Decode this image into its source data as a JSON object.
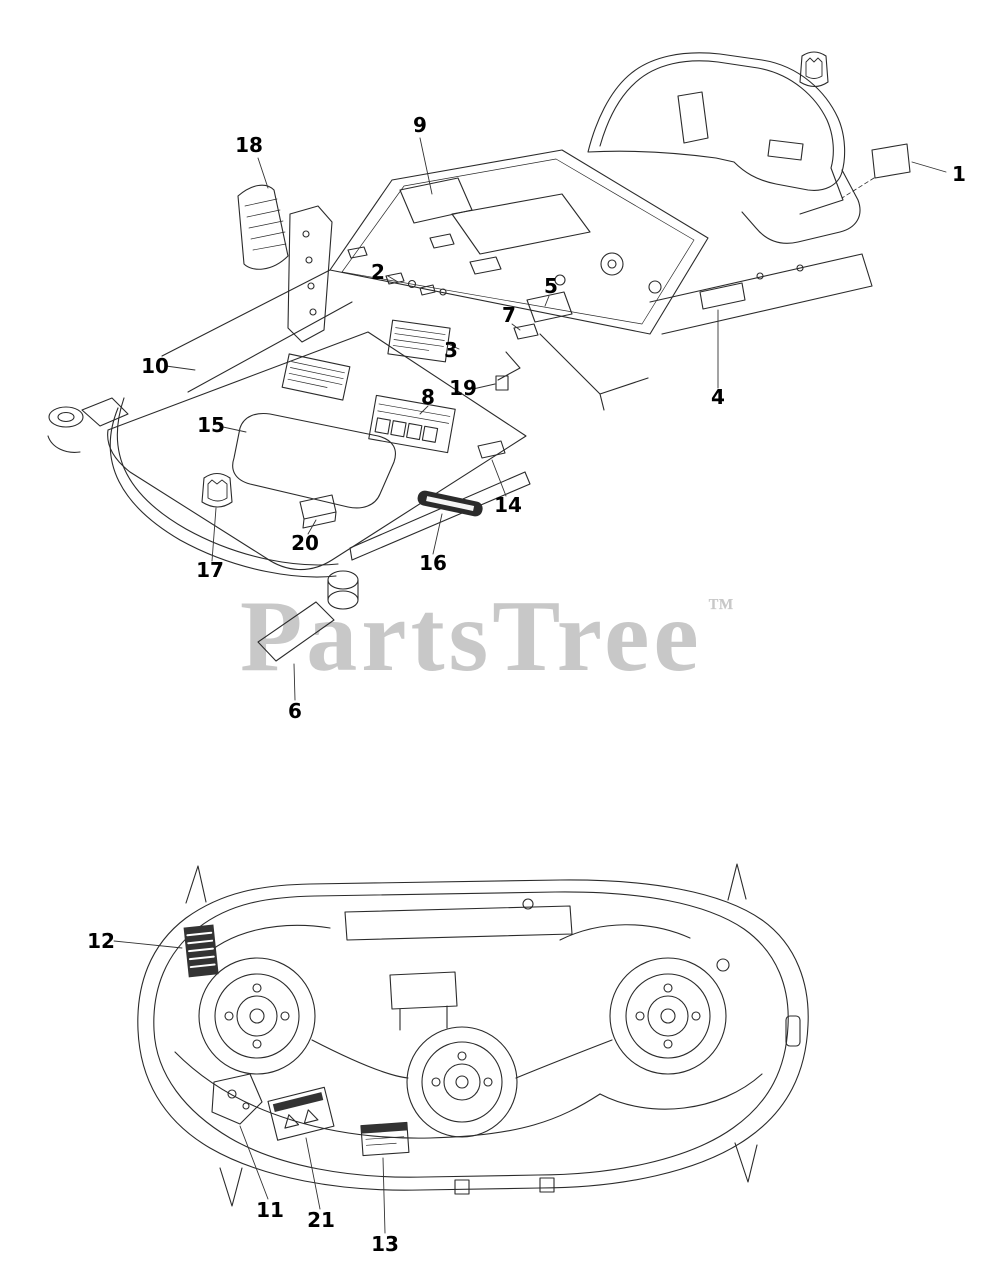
{
  "page": {
    "background_color": "#ffffff",
    "line_color": "#2b2b2b"
  },
  "watermark": {
    "text": "PartsTree",
    "trademark": "™",
    "color": "#c8c8c8"
  },
  "callouts": [
    {
      "label": "1"
    },
    {
      "label": "2"
    },
    {
      "label": "3"
    },
    {
      "label": "4"
    },
    {
      "label": "5"
    },
    {
      "label": "6"
    },
    {
      "label": "7"
    },
    {
      "label": "8"
    },
    {
      "label": "9"
    },
    {
      "label": "10"
    },
    {
      "label": "11"
    },
    {
      "label": "12"
    },
    {
      "label": "13"
    },
    {
      "label": "14"
    },
    {
      "label": "15"
    },
    {
      "label": "16"
    },
    {
      "label": "17"
    },
    {
      "label": "18"
    },
    {
      "label": "19"
    },
    {
      "label": "20"
    },
    {
      "label": "21"
    }
  ]
}
